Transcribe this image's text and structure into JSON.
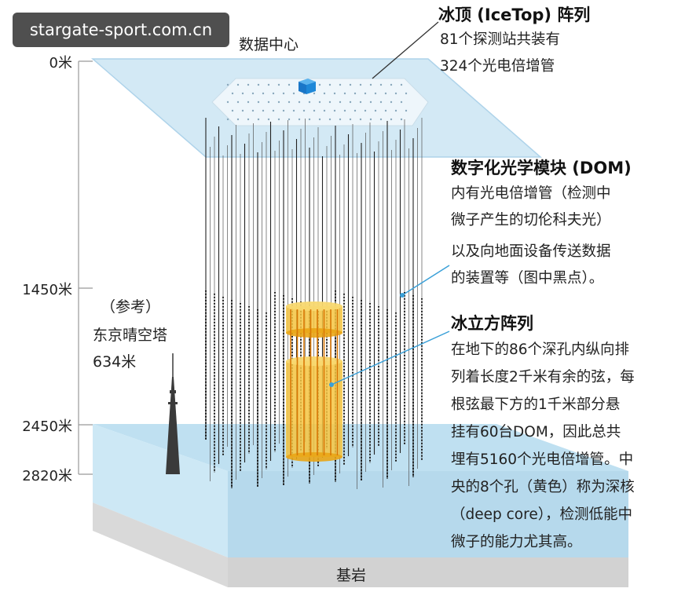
{
  "watermark": "stargate-sport.com.cn",
  "depth_labels": [
    "0米",
    "1450米",
    "2450米",
    "2820米"
  ],
  "data_center_label": "数据中心",
  "icetop": {
    "title": "冰顶 (IceTop) 阵列",
    "lines": [
      "81个探测站共装有",
      "324个光电倍增管"
    ]
  },
  "dom": {
    "title": "数字化光学模块 (DOM)",
    "lines": [
      "内有光电倍增管（检测中",
      "微子产生的切伦科夫光）",
      "以及向地面设备传送数据",
      "的装置等（图中黑点）。"
    ]
  },
  "icecube": {
    "title": "冰立方阵列",
    "lines": [
      "在地下的86个深孔内纵向排",
      "列着长度2千米有余的弦，每",
      "根弦最下方的1千米部分悬",
      "挂有60台DOM，因此总共",
      "埋有5160个光电倍增管。中",
      "央的8个孔（黄色）称为深核",
      "（deep core），检测低能中",
      "微子的能力尤其高。"
    ]
  },
  "tower": {
    "lines": [
      "（参考）",
      "东京晴空塔",
      "634米"
    ]
  },
  "bedrock_label": "基岩",
  "colors": {
    "ice_surface": "#cfe6f3",
    "deep_ice": "#b9dcef",
    "bedrock": "#d6d6d6",
    "deep_core": "#f2b418",
    "data_center": "#1e88d8",
    "pointer_line": "#3aa0d8"
  }
}
